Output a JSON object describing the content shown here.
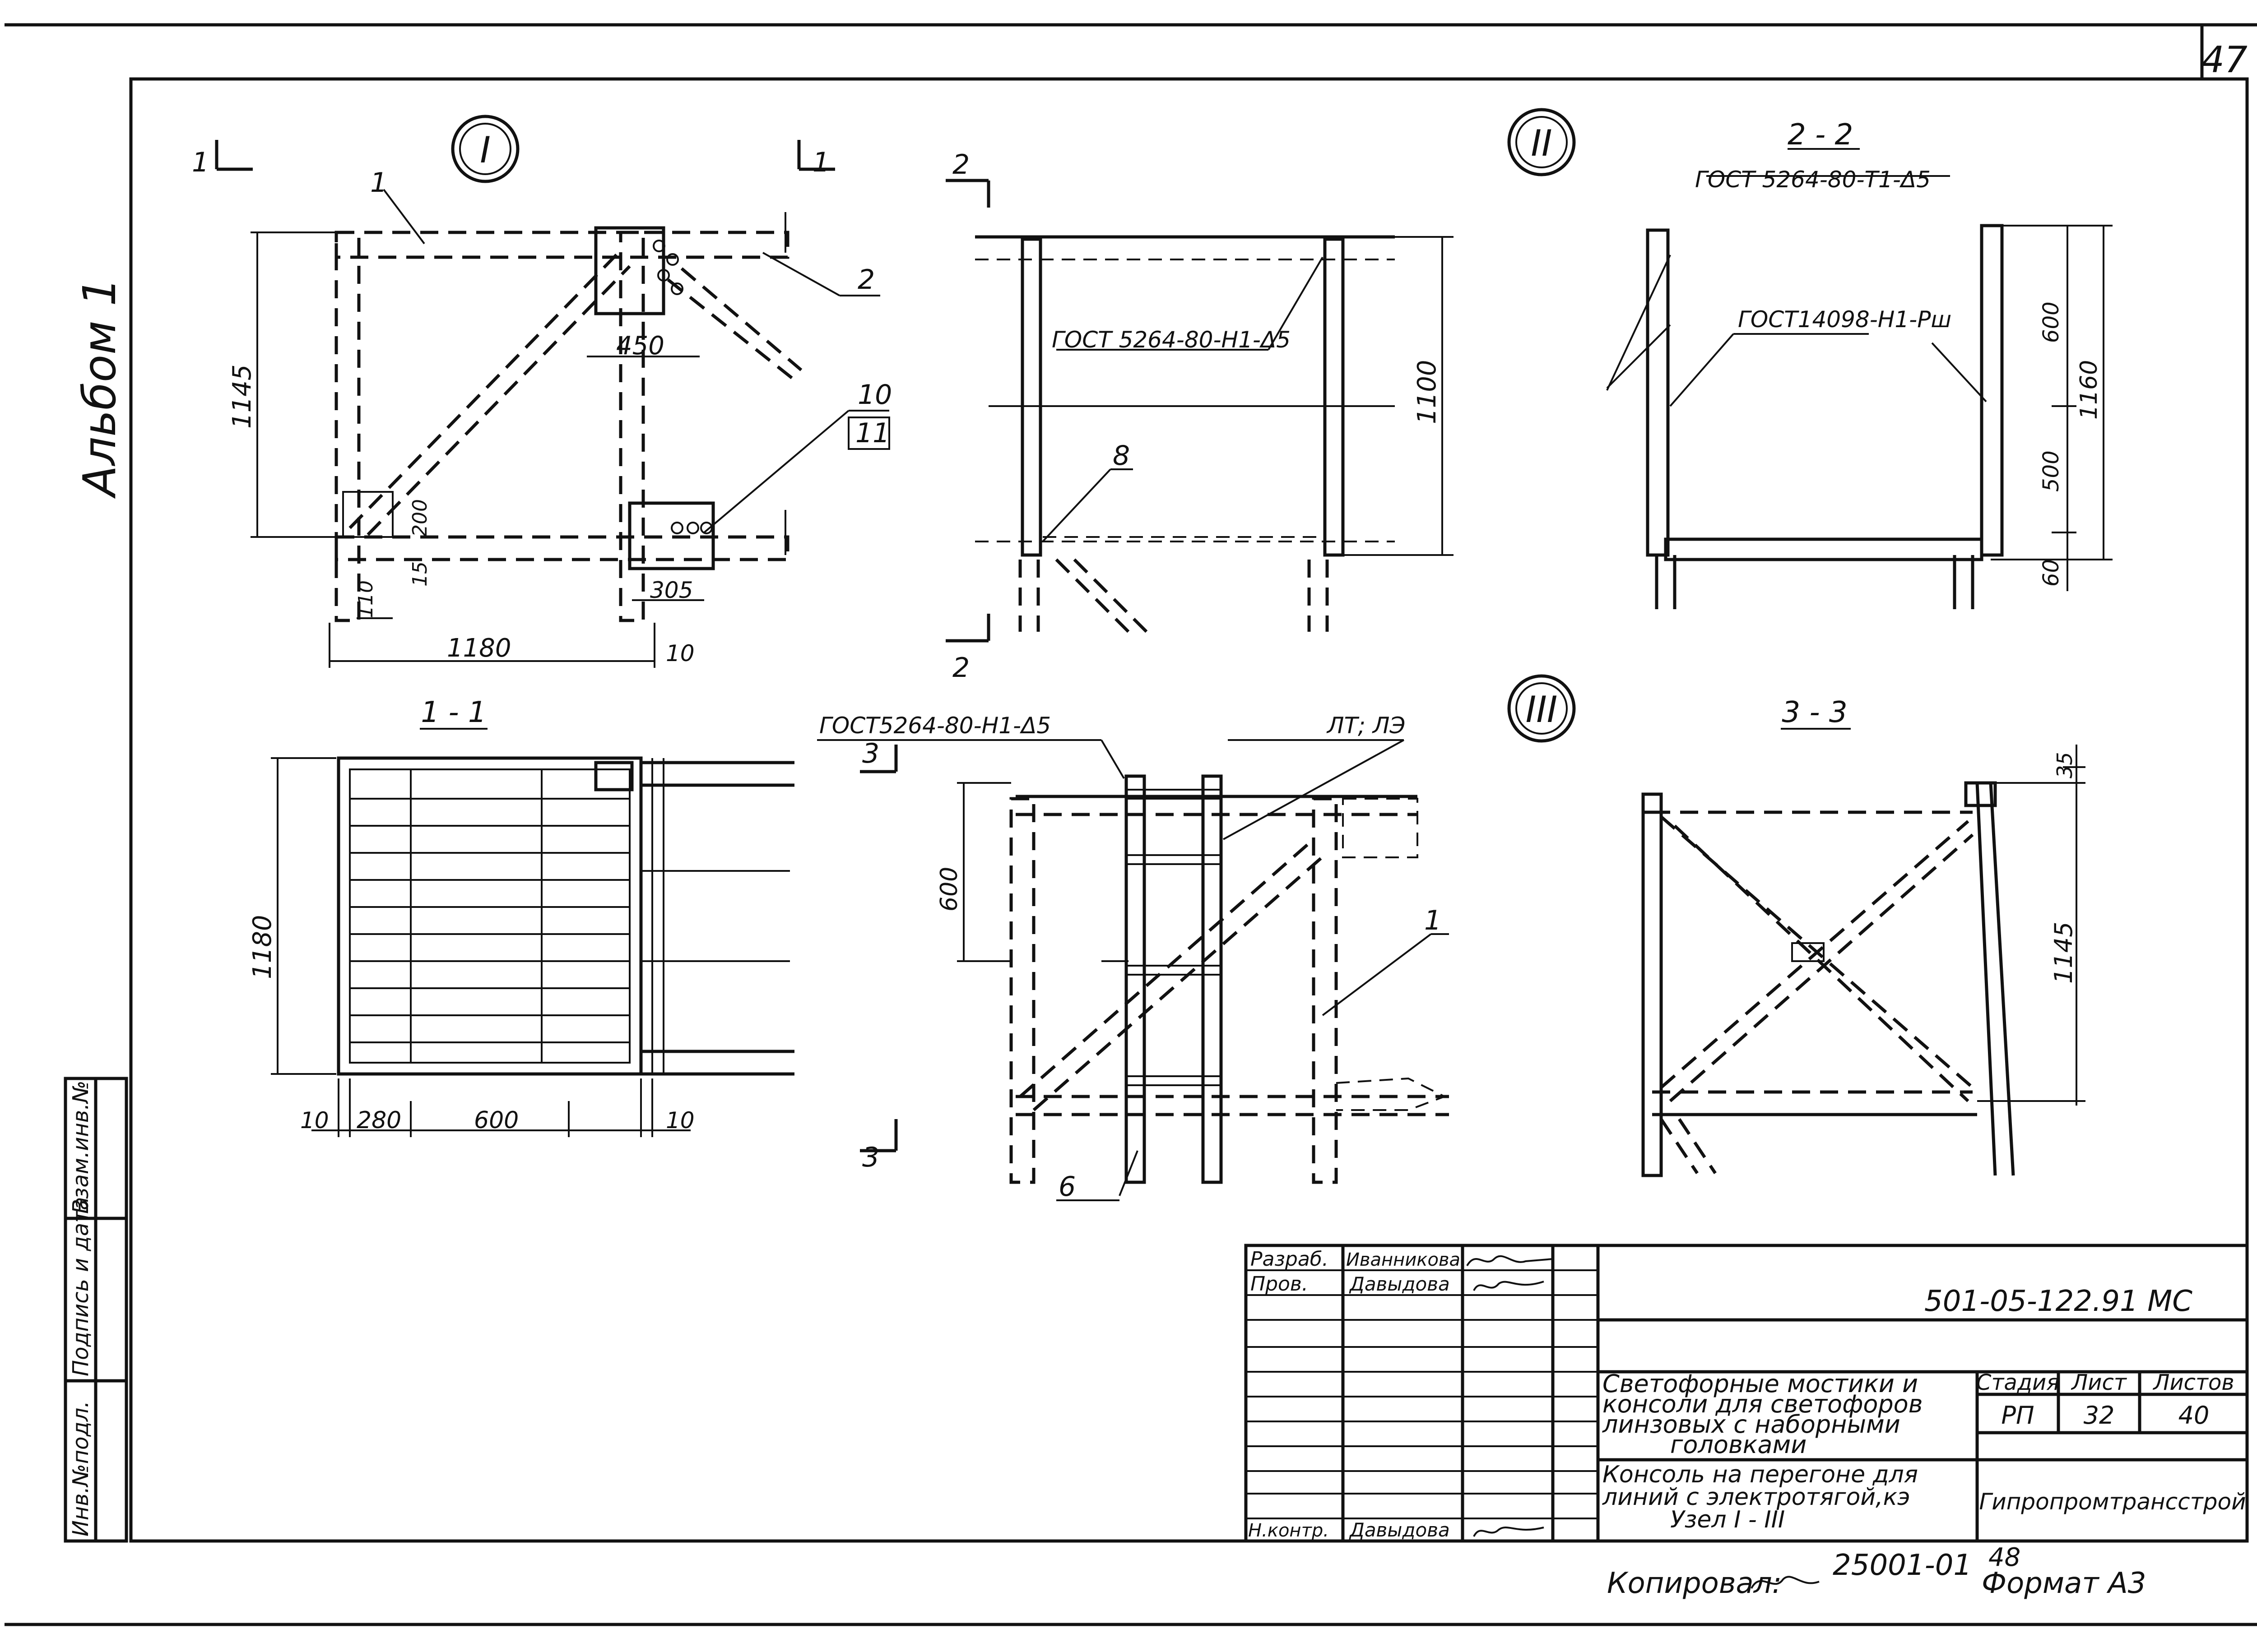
{
  "sheet_number": "47",
  "album_label": "Альбом 1",
  "side_stamp": {
    "inv_podl": "Инв.№подл.",
    "podpis_data": "Подпись и дата",
    "vzam_inv": "Взам.инв.№"
  },
  "nodes": {
    "node1": "I",
    "node2": "II",
    "node3": "III"
  },
  "section_marks": {
    "s1": "1",
    "s2": "2",
    "s3": "3"
  },
  "section_titles": {
    "t11": "1 - 1",
    "t22": "2 - 2",
    "t33": "3 - 3"
  },
  "view1": {
    "pos_1": "1",
    "pos_2": "2",
    "pos_10": "10",
    "pos_11": "11",
    "dim_1145": "1145",
    "dim_450": "450",
    "dim_200": "200",
    "dim_15": "15",
    "dim_110": "110",
    "dim_305": "305",
    "dim_1180": "1180",
    "dim_10": "10"
  },
  "view22": {
    "weld_top": "ГОСТ 5264-80-Т1-Δ5",
    "weld_mid": "ГОСТ14098-Н1-Рш",
    "dim_600": "600",
    "dim_500": "500",
    "dim_60": "60",
    "dim_1160": "1160"
  },
  "view2": {
    "weld": "ГОСТ 5264-80-Н1-Δ5",
    "pos_8": "8",
    "dim_1100": "1100"
  },
  "view11": {
    "dim_1180": "1180",
    "dim_10a": "10",
    "dim_280": "280",
    "dim_600": "600",
    "dim_10b": "10"
  },
  "view3": {
    "weld": "ГОСТ5264-80-Н1-Δ5",
    "lt": "ЛТ; ЛЭ",
    "dim_600": "600",
    "pos_1": "1",
    "pos_6": "6"
  },
  "view33": {
    "dim_35": "35",
    "dim_1145": "1145"
  },
  "title_block": {
    "roles": {
      "razrab": "Разраб.",
      "prov": "Пров.",
      "nkontr": "Н.контр."
    },
    "names": {
      "razrab": "Иванникова",
      "prov": "Давыдова",
      "nkontr": "Давыдова"
    },
    "code": "501-05-122.91 МС",
    "project_lines": [
      "Светофорные мостики и",
      "консоли для светофоров",
      "линзовых с наборными",
      "головками"
    ],
    "sheet_lines": [
      "Консоль на перегоне для",
      "линий с электротягой,кэ",
      "Узел I - III"
    ],
    "stadia_label": "Стадия",
    "list_label": "Лист",
    "listov_label": "Листов",
    "stadia": "РП",
    "list": "32",
    "listov": "40",
    "org": "Гипропромтрансстрой"
  },
  "footer": {
    "kopiroval": "Копировал:",
    "order": "25001-01",
    "page_48": "48",
    "format": "Формат А3"
  }
}
